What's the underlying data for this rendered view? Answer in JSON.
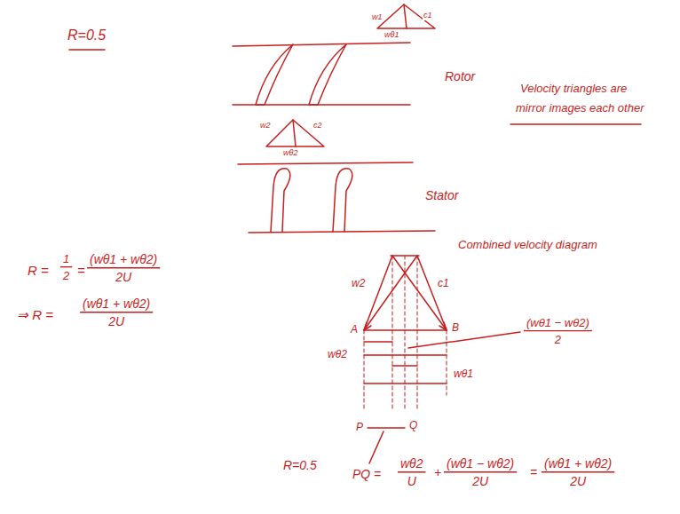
{
  "diagram": {
    "labels": [
      "R=0.5",
      "w1",
      "c1",
      "wθ1",
      "Rotor",
      "w2",
      "c2",
      "wθ2",
      "Stator",
      "Velocity triangles are",
      "mirror images each other",
      "R =",
      "1",
      "2",
      "=",
      "(wθ1 + wθ2)",
      "2U",
      "⇒ R =",
      "(wθ1 + wθ2)",
      "2U",
      "w2",
      "c1",
      "A",
      "B",
      "wθ2",
      "wθ1",
      "(wθ1 − wθ2)",
      "2",
      "Combined velocity diagram",
      "R=0.5",
      "P",
      "Q",
      "PQ =",
      "wθ2",
      "U",
      "+",
      "(wθ1 − wθ2)",
      "2U",
      "=",
      "(wθ1 + wθ2)",
      "2U"
    ]
  }
}
